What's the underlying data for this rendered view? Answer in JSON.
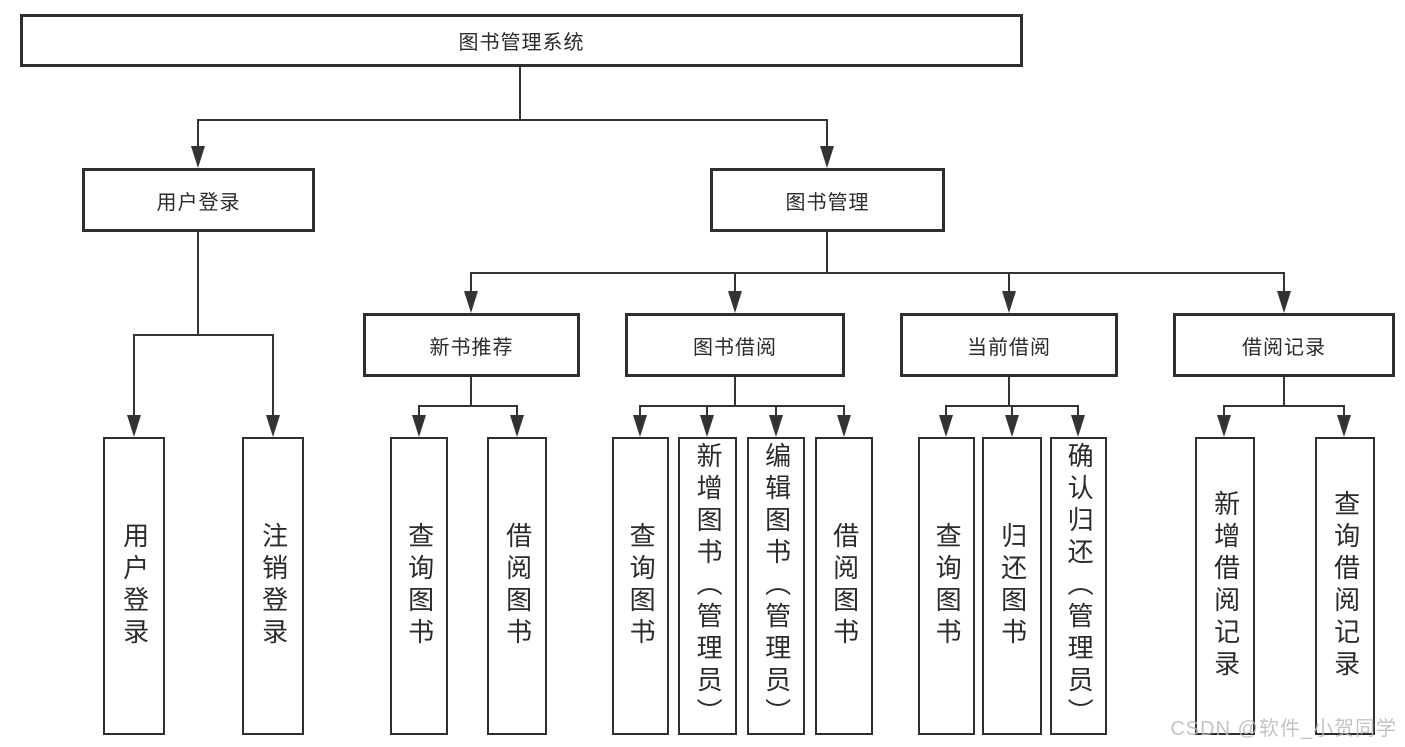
{
  "diagram": {
    "root": "图书管理系统",
    "level2": [
      "用户登录",
      "图书管理"
    ],
    "level3": [
      "新书推荐",
      "图书借阅",
      "当前借阅",
      "借阅记录"
    ],
    "level4": [
      "用户登录",
      "注销登录",
      "查询图书",
      "借阅图书",
      "查询图书",
      "新增图书（管理员）",
      "编辑图书（管理员）",
      "借阅图书",
      "查询图书",
      "归还图书",
      "确认归还（管理员）",
      "新增借阅记录",
      "查询借阅记录"
    ]
  },
  "watermark": "CSDN @软件_小贺同学",
  "colors": {
    "line": "#333333",
    "text": "#2b2b2b",
    "background": "#ffffff",
    "watermark": "#b9b9b9"
  }
}
